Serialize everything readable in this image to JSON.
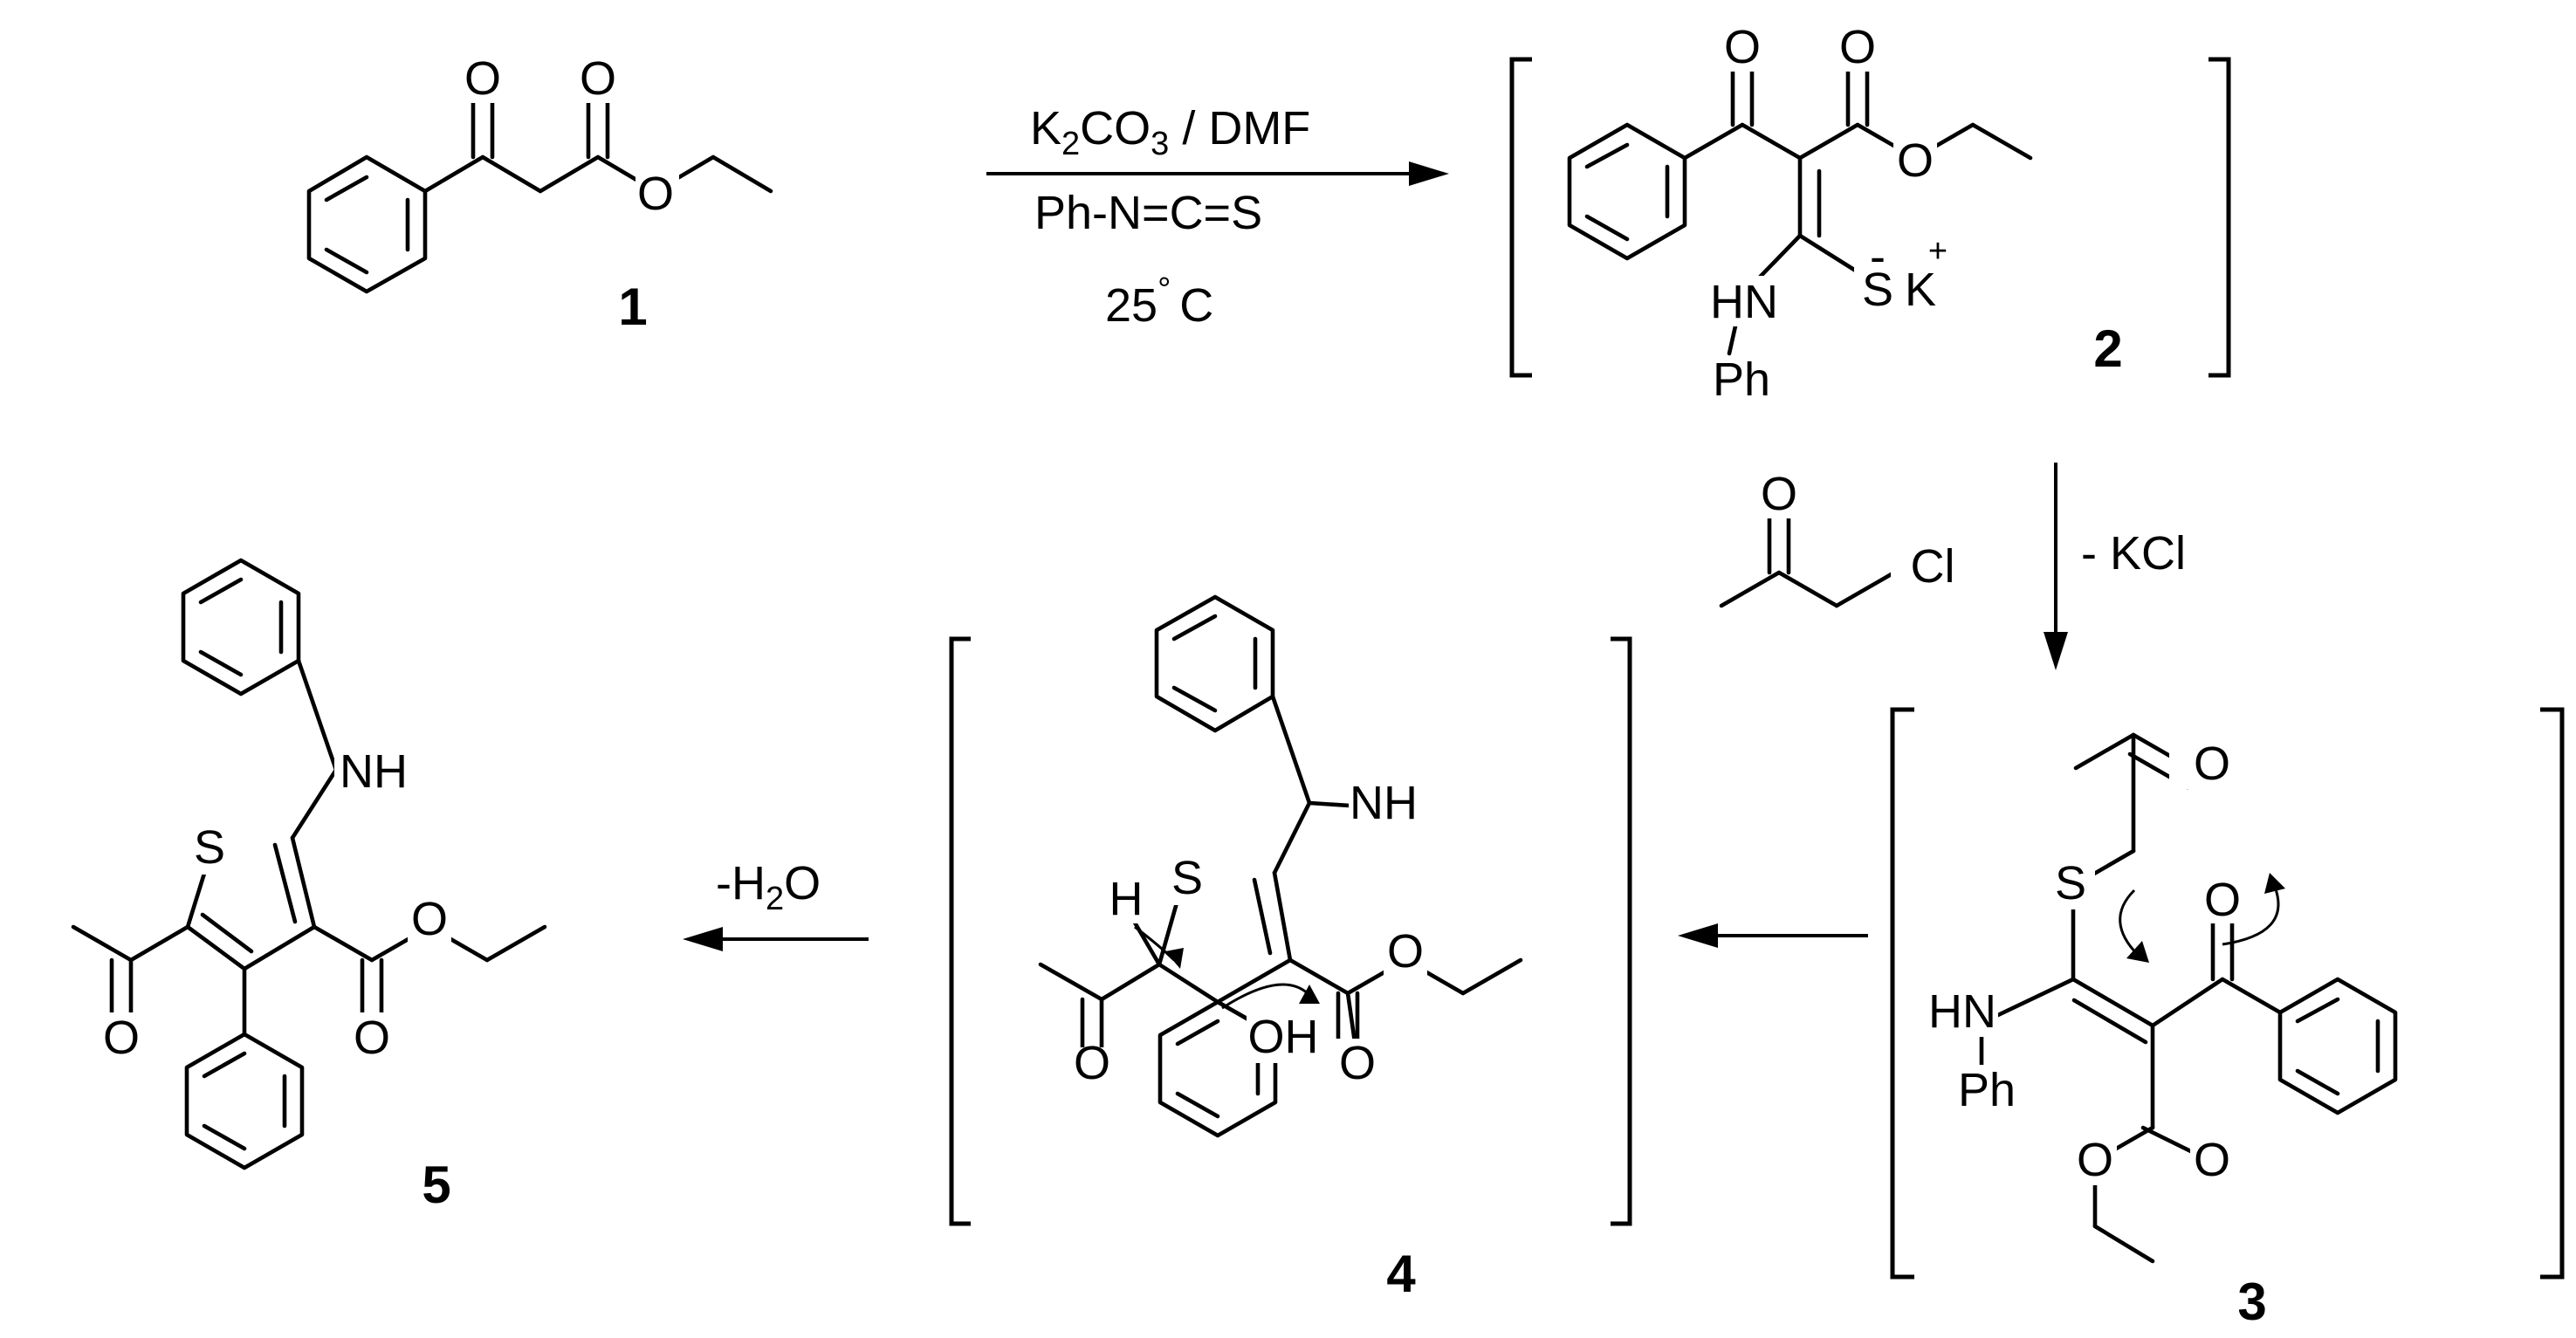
{
  "compounds": {
    "c1": {
      "label": "1"
    },
    "c2": {
      "label": "2",
      "atoms": {
        "o_keto": "O",
        "o_ester": "O",
        "o_ether": "O",
        "hn": "HN",
        "ph": "Ph",
        "s": "S",
        "k": "K",
        "minus": "-",
        "plus": "+"
      }
    },
    "c3": {
      "label": "3",
      "atoms": {
        "o_acetone": "O",
        "s": "S",
        "o_keto": "O",
        "hn": "HN",
        "ph": "Ph",
        "o_ester": "O",
        "o_ether": "O"
      }
    },
    "c4": {
      "label": "4",
      "atoms": {
        "nh": "NH",
        "s": "S",
        "h": "H",
        "o_acetyl": "O",
        "oh": "OH",
        "o_ester": "O",
        "o_ether": "O"
      }
    },
    "c5": {
      "label": "5",
      "atoms": {
        "nh": "NH",
        "s": "S",
        "o_acetyl": "O",
        "o_ester": "O",
        "o_ether": "O"
      }
    }
  },
  "compound1_atoms": {
    "o_keto": "O",
    "o_ester": "O",
    "o_ether": "O"
  },
  "reagent_chloroacetone": {
    "o": "O",
    "cl": "Cl"
  },
  "step1": {
    "reagent_a_main": "K",
    "reagent_a_sub": "2",
    "reagent_a_mid": "CO",
    "reagent_a_sub2": "3",
    "reagent_a_rest": " / DMF",
    "reagent_b": "Ph-N=C=S",
    "temp_value": "25",
    "temp_degree": "°",
    "temp_unit": "C"
  },
  "step2": {
    "label": "- KCl"
  },
  "step4": {
    "label_prefix": "-H",
    "label_sub": "2",
    "label_suffix": "O"
  }
}
